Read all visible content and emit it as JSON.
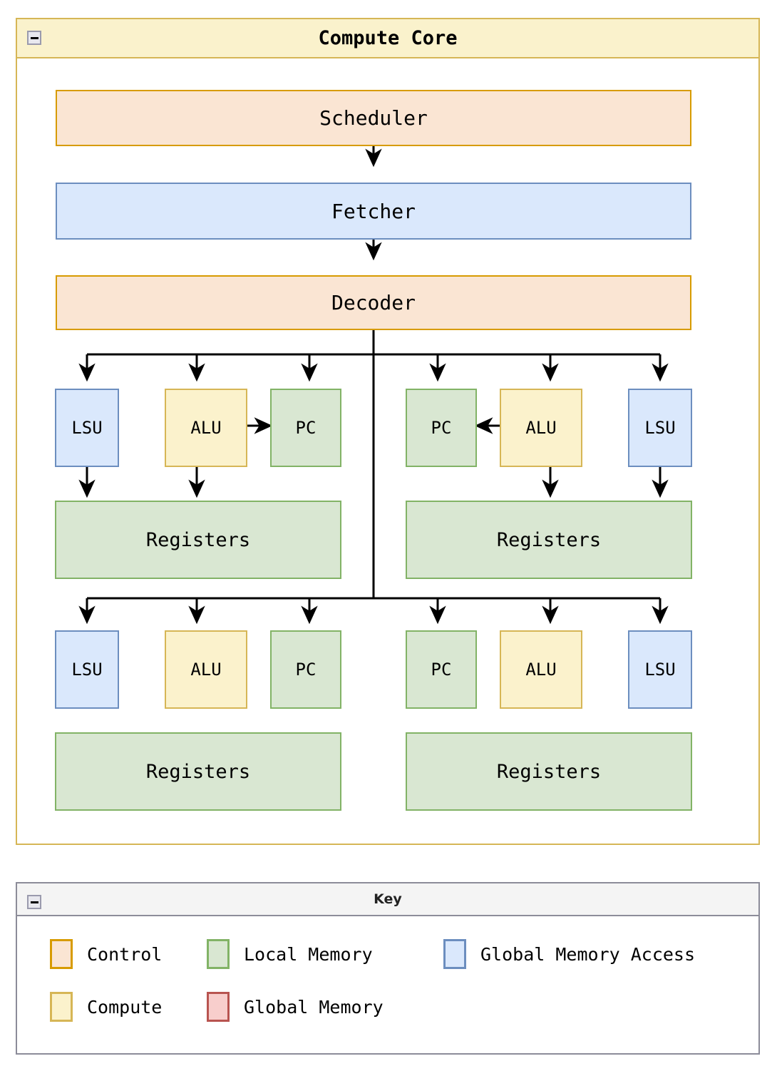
{
  "diagram": {
    "title": "Compute Core",
    "collapse_icon": "minus-collapse-icon",
    "blocks": {
      "scheduler": "Scheduler",
      "fetcher": "Fetcher",
      "decoder": "Decoder"
    },
    "units": {
      "lsu": "LSU",
      "alu": "ALU",
      "pc": "PC",
      "registers": "Registers"
    },
    "thread_blocks": [
      {
        "id": "tb-top-left",
        "units": [
          "LSU",
          "ALU",
          "PC"
        ],
        "registers": "Registers"
      },
      {
        "id": "tb-top-right",
        "units": [
          "PC",
          "ALU",
          "LSU"
        ],
        "registers": "Registers"
      },
      {
        "id": "tb-bottom-left",
        "units": [
          "LSU",
          "ALU",
          "PC"
        ],
        "registers": "Registers"
      },
      {
        "id": "tb-bottom-right",
        "units": [
          "PC",
          "ALU",
          "LSU"
        ],
        "registers": "Registers"
      }
    ],
    "colors": {
      "control_fill": "#fae5d3",
      "control_stroke": "#d79b00",
      "compute_fill": "#fbf2cc",
      "compute_stroke": "#d6b656",
      "local_memory_fill": "#d9e7d2",
      "local_memory_stroke": "#82b366",
      "global_memory_access_fill": "#dae8fc",
      "global_memory_access_stroke": "#6c8ebf",
      "global_memory_fill": "#f8cecc",
      "global_memory_stroke": "#b85450",
      "container_stroke": "#d6b656",
      "container_header_fill": "#faf2cc",
      "key_stroke": "#8c8c99",
      "key_header_fill": "#f4f4f4",
      "edge_stroke": "#000000"
    }
  },
  "key": {
    "title": "Key",
    "collapse_icon": "minus-collapse-icon",
    "entries": [
      {
        "label": "Control",
        "fill": "#fae5d3",
        "stroke": "#d79b00"
      },
      {
        "label": "Local Memory",
        "fill": "#d9e7d2",
        "stroke": "#82b366"
      },
      {
        "label": "Global Memory Access",
        "fill": "#dae8fc",
        "stroke": "#6c8ebf"
      },
      {
        "label": "Compute",
        "fill": "#fbf2cc",
        "stroke": "#d6b656"
      },
      {
        "label": "Global Memory",
        "fill": "#f8cecc",
        "stroke": "#b85450"
      }
    ]
  }
}
